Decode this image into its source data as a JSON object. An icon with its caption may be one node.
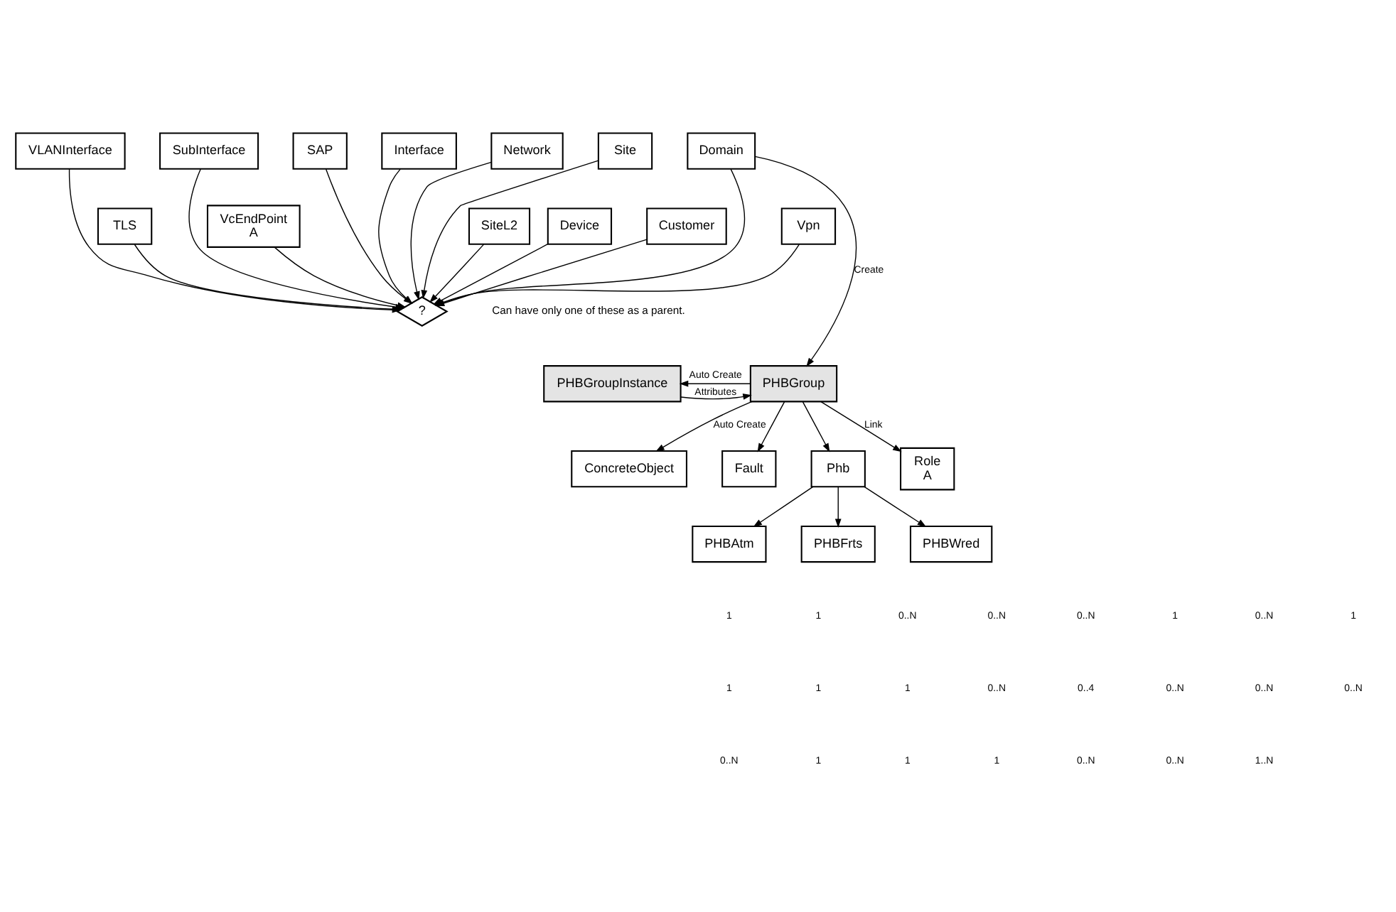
{
  "diagram": {
    "nodes": [
      {
        "text": [
          "VLANInterface"
        ]
      },
      {
        "text": [
          "SubInterface"
        ]
      },
      {
        "text": [
          "SAP"
        ]
      },
      {
        "text": [
          "Interface"
        ]
      },
      {
        "text": [
          "Network"
        ]
      },
      {
        "text": [
          "Site"
        ]
      },
      {
        "text": [
          "Domain"
        ]
      },
      {
        "text": [
          "TLS"
        ]
      },
      {
        "text": [
          "SiteL2"
        ]
      },
      {
        "text": [
          "VcEndPoint",
          "A"
        ]
      },
      {
        "text": [
          "Device"
        ]
      },
      {
        "text": [
          "Customer"
        ]
      },
      {
        "text": [
          "Vpn"
        ]
      },
      {
        "text": [
          "?"
        ],
        "beside": [
          "Can have only one of these as a parent."
        ]
      },
      {
        "text": [
          "PHBGroupInstance"
        ]
      },
      {
        "text": [
          "PHBGroup"
        ]
      },
      {
        "text": [
          "ConcreteObject"
        ]
      },
      {
        "text": [
          "Fault"
        ]
      },
      {
        "text": [
          "Phb"
        ]
      },
      {
        "text": [
          "Role",
          "A"
        ]
      },
      {
        "text": [
          "PHBAtm"
        ]
      },
      {
        "text": [
          "PHBFrts"
        ]
      },
      {
        "text": [
          "PHBWred"
        ]
      }
    ],
    "edges": [
      {
        "from": 0,
        "to": 13,
        "arrow": "to"
      },
      {
        "from": 7,
        "to": 13,
        "arrow": "to"
      },
      {
        "from": 1,
        "to": 13,
        "arrow": "to"
      },
      {
        "from": 8,
        "to": 13,
        "arrow": "to"
      },
      {
        "from": 2,
        "to": 13,
        "arrow": "to"
      },
      {
        "from": 9,
        "to": 13,
        "arrow": "to"
      },
      {
        "from": 3,
        "to": 13,
        "arrow": "to"
      },
      {
        "from": 10,
        "to": 13,
        "arrow": "to"
      },
      {
        "from": 4,
        "to": 13,
        "arrow": "to"
      },
      {
        "from": 11,
        "to": 13,
        "arrow": "to"
      },
      {
        "from": 5,
        "to": 13,
        "arrow": "to"
      },
      {
        "from": 12,
        "to": 13,
        "arrow": "to"
      },
      {
        "from": 6,
        "to": 13,
        "arrow": "to"
      },
      {
        "from": 6,
        "to": 15,
        "arrow": "to",
        "label": "Create"
      },
      {
        "from": 15,
        "to": 14,
        "arrow": "to",
        "label": "Auto Create"
      },
      {
        "from": 14,
        "to": 15,
        "arrow": "to",
        "label": "Attributes"
      },
      {
        "from": 15,
        "to": 16,
        "arrow": "to",
        "label": "Auto Create"
      },
      {
        "from": 15,
        "to": 17,
        "arrow": "to"
      },
      {
        "from": 15,
        "to": 18,
        "arrow": "to"
      },
      {
        "from": 15,
        "to": 19,
        "arrow": "to",
        "label": "Link"
      },
      {
        "from": 18,
        "to": 20,
        "arrow": "to"
      },
      {
        "from": 18,
        "to": 21,
        "arrow": "to"
      },
      {
        "from": 18,
        "to": 22,
        "arrow": "to"
      }
    ],
    "labels": [
      "1",
      "1",
      "0..N",
      "0..N",
      "0..N",
      "1",
      "0..N",
      "1",
      "1",
      "1",
      "1",
      "0..N",
      "0..4",
      "0..N",
      "0..N",
      "0..N",
      "0..N",
      "1",
      "1",
      "1",
      "0..N",
      "0..N",
      "1..N"
    ]
  }
}
